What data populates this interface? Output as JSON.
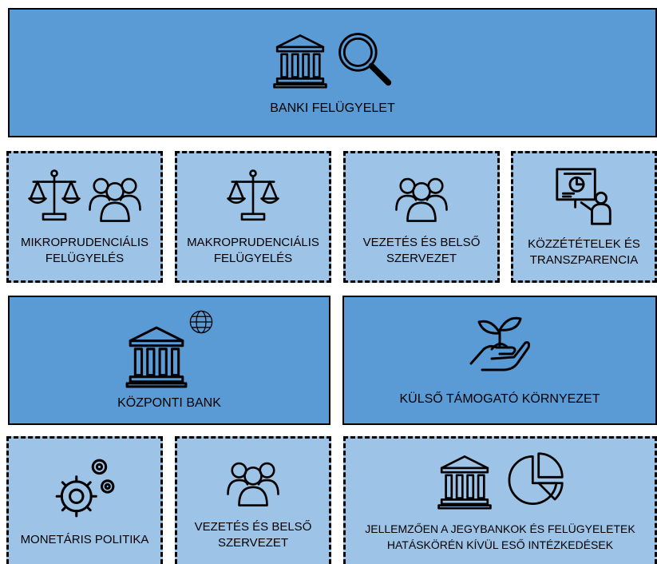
{
  "top": {
    "label": "BANKI FELÜGYELET",
    "icons": [
      "bank-building-icon",
      "magnifier-icon"
    ]
  },
  "row1": [
    {
      "label_lines": [
        "MIKROPRUDENCIÁLIS",
        "FELÜGYELÉS"
      ],
      "icons": [
        "scales-icon",
        "people-group-icon"
      ]
    },
    {
      "label_lines": [
        "MAKROPRUDENCIÁLIS",
        "FELÜGYELÉS"
      ],
      "icons": [
        "scales-icon"
      ]
    },
    {
      "label_lines": [
        "VEZETÉS ÉS BELSŐ",
        "SZERVEZET"
      ],
      "icons": [
        "people-group-icon"
      ]
    },
    {
      "label_lines": [
        "KÖZZÉTÉTELEK ÉS",
        "TRANSZPARENCIA"
      ],
      "icons": [
        "presentation-icon"
      ]
    }
  ],
  "row2": [
    {
      "label": "KÖZPONTI BANK",
      "icons": [
        "bank-building-icon",
        "globe-icon"
      ]
    },
    {
      "label": "KÜLSŐ TÁMOGATÓ KÖRNYEZET",
      "icons": [
        "plant-in-hand-icon"
      ]
    }
  ],
  "row3": [
    {
      "label_lines": [
        "MONETÁRIS POLITIKA"
      ],
      "icons": [
        "gears-icon"
      ]
    },
    {
      "label_lines": [
        "VEZETÉS ÉS BELSŐ",
        "SZERVEZET"
      ],
      "icons": [
        "people-group-icon"
      ]
    },
    {
      "label_lines": [
        "JELLEMZŐEN A JEGYBANKOK ÉS FELÜGYELETEK",
        "HATÁSKÖRÉN KÍVÜL ESŐ INTÉZKEDÉSEK"
      ],
      "icons": [
        "bank-building-icon",
        "pie-chart-icon"
      ]
    }
  ]
}
